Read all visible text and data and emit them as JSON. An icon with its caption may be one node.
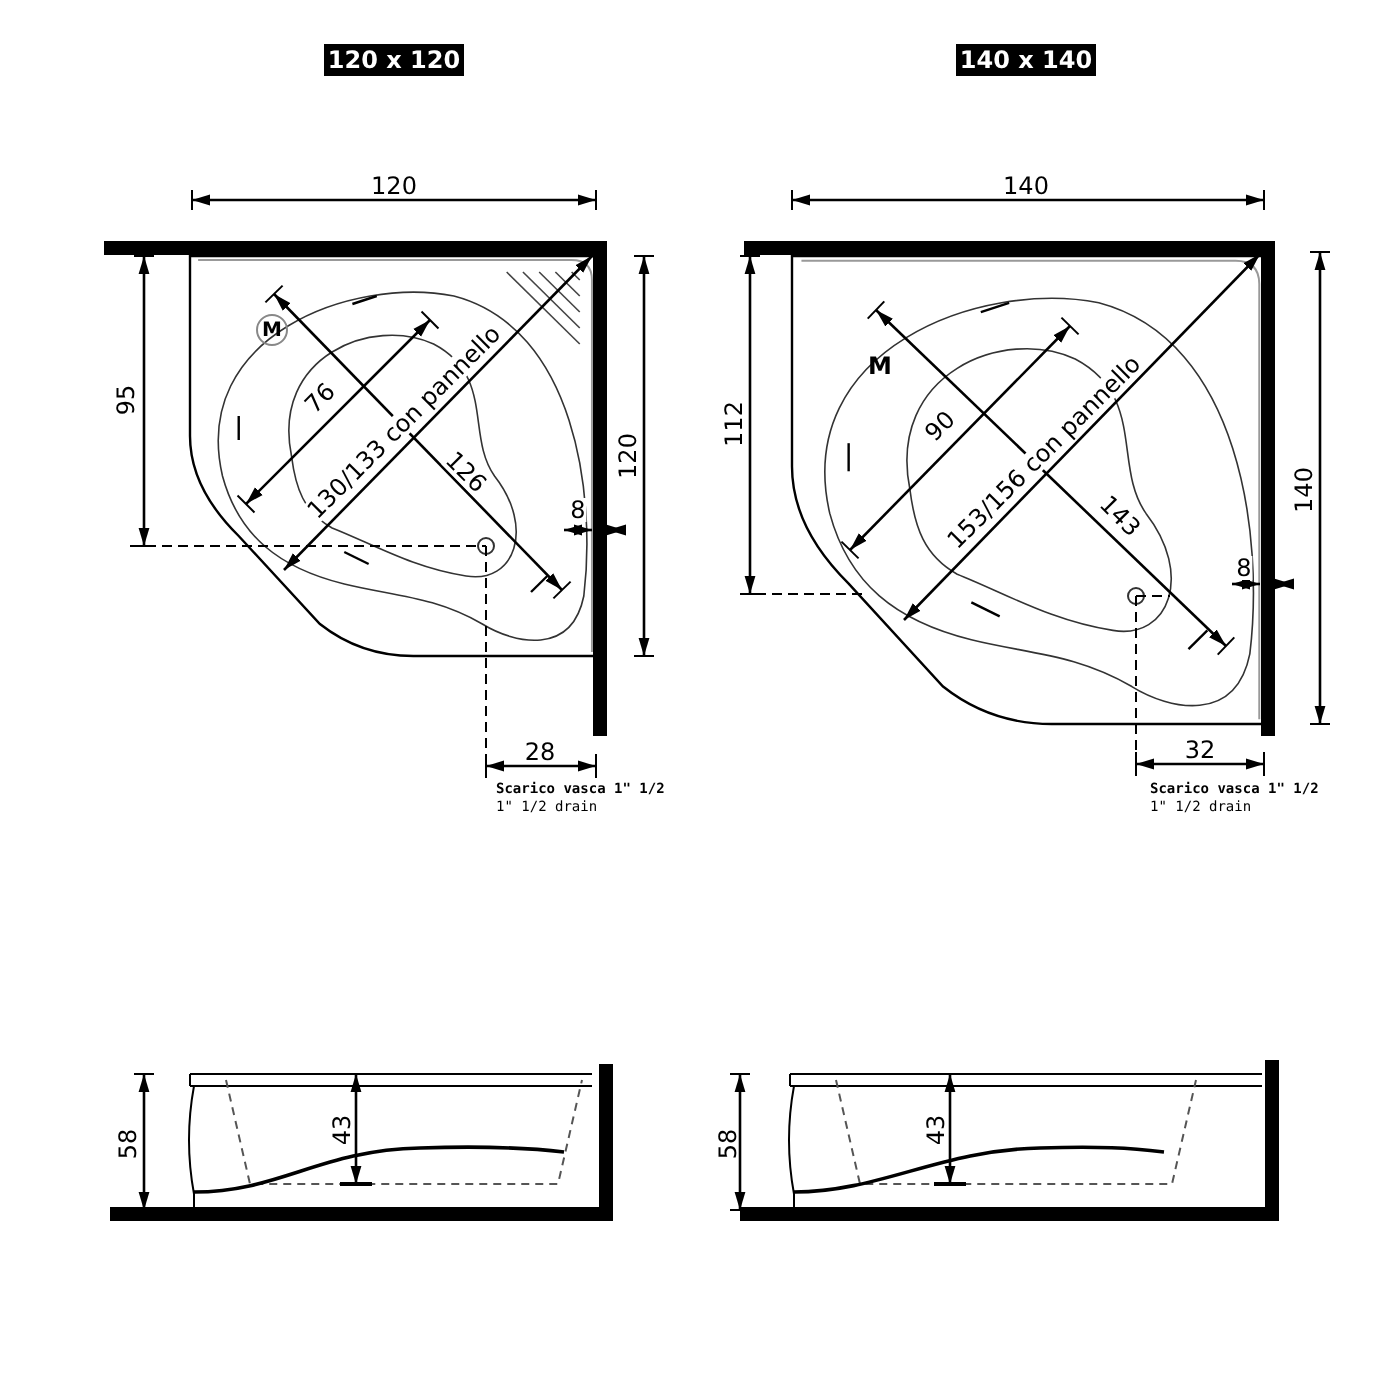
{
  "diagram": {
    "nodes": [
      {
        "text": [
          "120 x 120"
        ]
      },
      {
        "text": [
          "140 x 140"
        ]
      },
      {
        "text": [
          "M"
        ]
      }
    ],
    "labels": [
      "120",
      "95",
      "76",
      "130/133 con pannello",
      "126",
      "8",
      "120",
      "28",
      "Scarico vasca 1\" 1/2",
      "1\" 1/2  drain",
      "140",
      "M",
      "112",
      "90",
      "153/156 con pannello",
      "143",
      "8",
      "140",
      "32",
      "Scarico vasca 1\" 1/2",
      "1\" 1/2  drain",
      "58",
      "43",
      "58",
      "43"
    ]
  }
}
